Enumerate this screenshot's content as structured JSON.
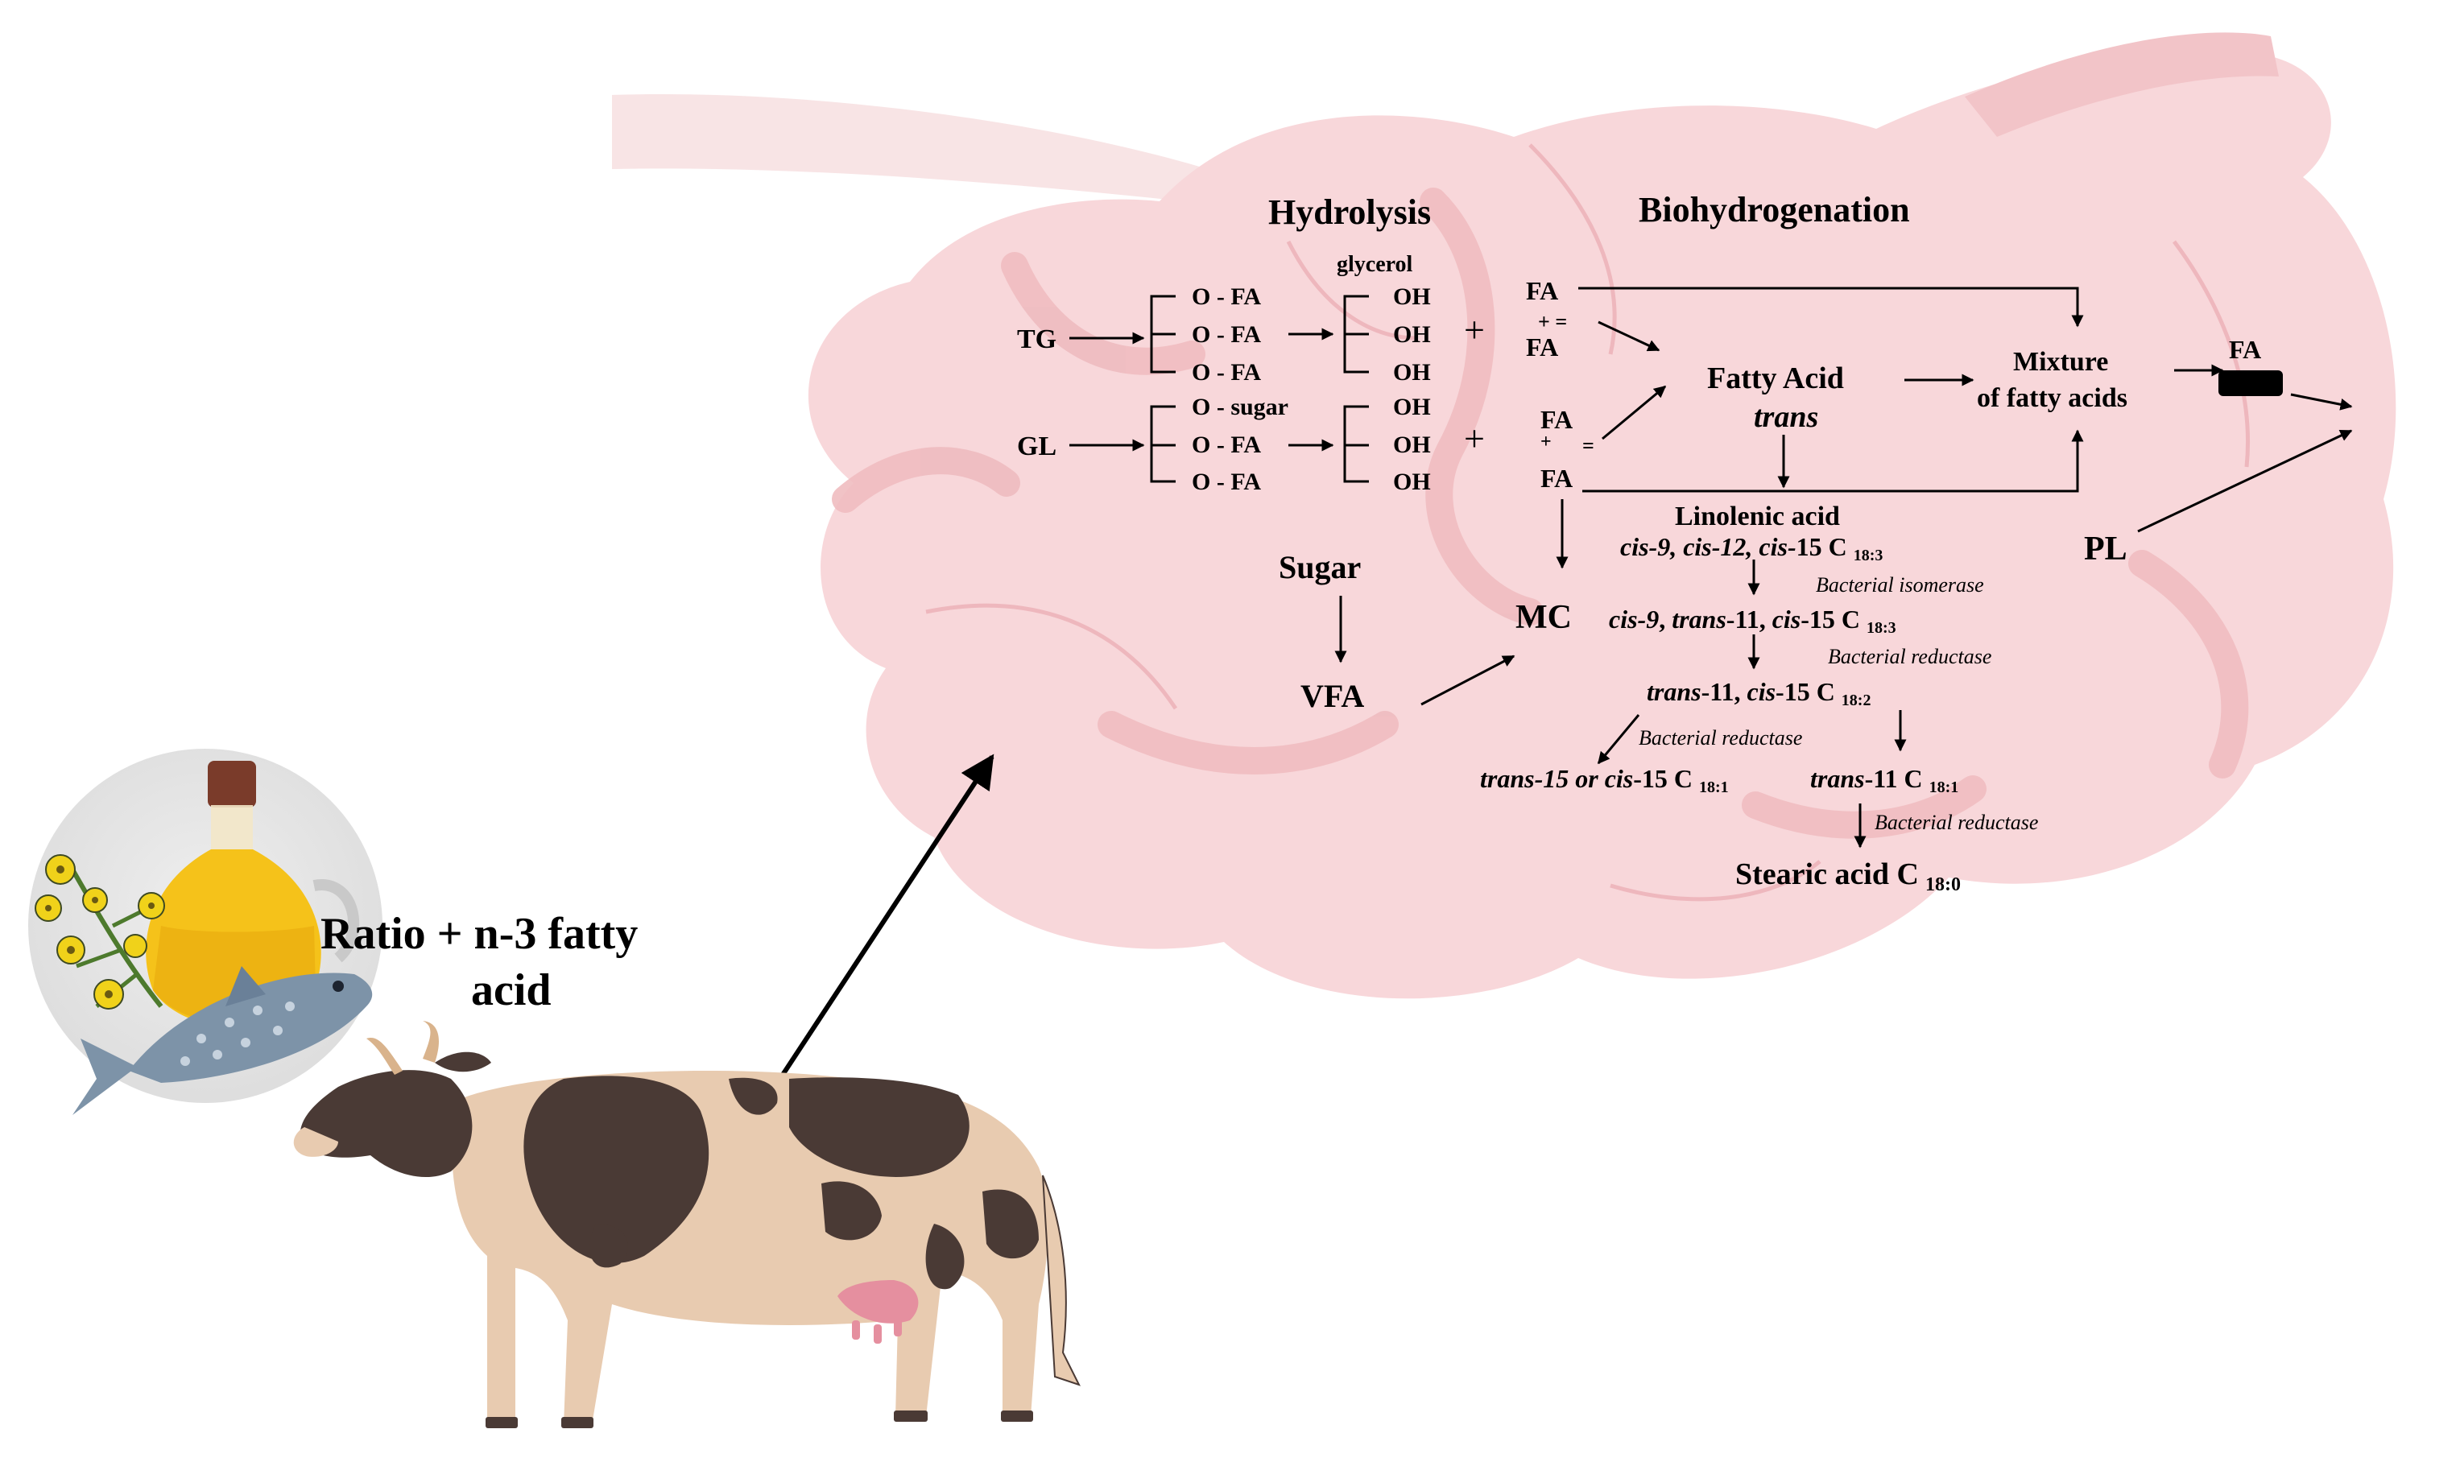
{
  "headers": {
    "hydrolysis": "Hydrolysis",
    "biohydrogenation": "Biohydrogenation"
  },
  "tg": {
    "label": "TG",
    "chain": [
      "O - FA",
      "O - FA",
      "O - FA"
    ],
    "glycerol_label": "glycerol",
    "oh": [
      "OH",
      "OH",
      "OH"
    ],
    "plus": "+",
    "fa_top": "FA",
    "fa_bottom": "FA",
    "plus_eq": "+ ="
  },
  "gl": {
    "label": "GL",
    "chain": [
      "O - sugar",
      "O - FA",
      "O - FA"
    ],
    "oh": [
      "OH",
      "OH",
      "OH"
    ],
    "plus": "+",
    "fa_top": "FA",
    "fa_bottom": "FA",
    "plus_small": "+",
    "eq_small": "="
  },
  "fatty_acid_trans": {
    "line1": "Fatty Acid",
    "line2": "trans"
  },
  "mixture": {
    "line1": "Mixture",
    "line2": "of fatty acids"
  },
  "fa_box_label": "FA",
  "pl": "PL",
  "sugar": "Sugar",
  "vfa": "VFA",
  "mc": "MC",
  "pathway": {
    "linolenic": "Linolenic acid",
    "step1": {
      "pre": "cis-9, cis-12, cis-",
      "main": "15 C",
      "sub": "18:3"
    },
    "enzyme1": "Bacterial isomerase",
    "step2": {
      "a": "cis-9",
      "b": ", ",
      "c": "trans",
      "d": "-11, ",
      "e": "cis",
      "f": "-15 C",
      "sub": "18:3"
    },
    "enzyme2": "Bacterial reductase",
    "step3": {
      "a": "trans",
      "b": "-11, ",
      "c": "cis",
      "d": "-15 C",
      "sub": "18:2"
    },
    "enzyme3": "Bacterial reductase",
    "step4a": {
      "a": "trans-15 or cis",
      "b": "-15 C",
      "sub": "18:1"
    },
    "step4b": {
      "a": "trans",
      "b": "-11 C",
      "sub": "18:1"
    },
    "enzyme4": "Bacterial reductase",
    "stearic": {
      "main": "Stearic acid C",
      "sub": "18:0"
    }
  },
  "diet_label": {
    "line1": "Ratio + n-3 fatty",
    "line2": "acid"
  },
  "colors": {
    "rumen_fill": "#f7d6d8",
    "rumen_fold": "#efbcc0",
    "cow_dark": "#4a3a35",
    "cow_light": "#e8cbb0",
    "udder": "#e58f9f",
    "oil": "#f5c21a",
    "fish": "#7d93a8",
    "flower": "#f0d21a"
  }
}
